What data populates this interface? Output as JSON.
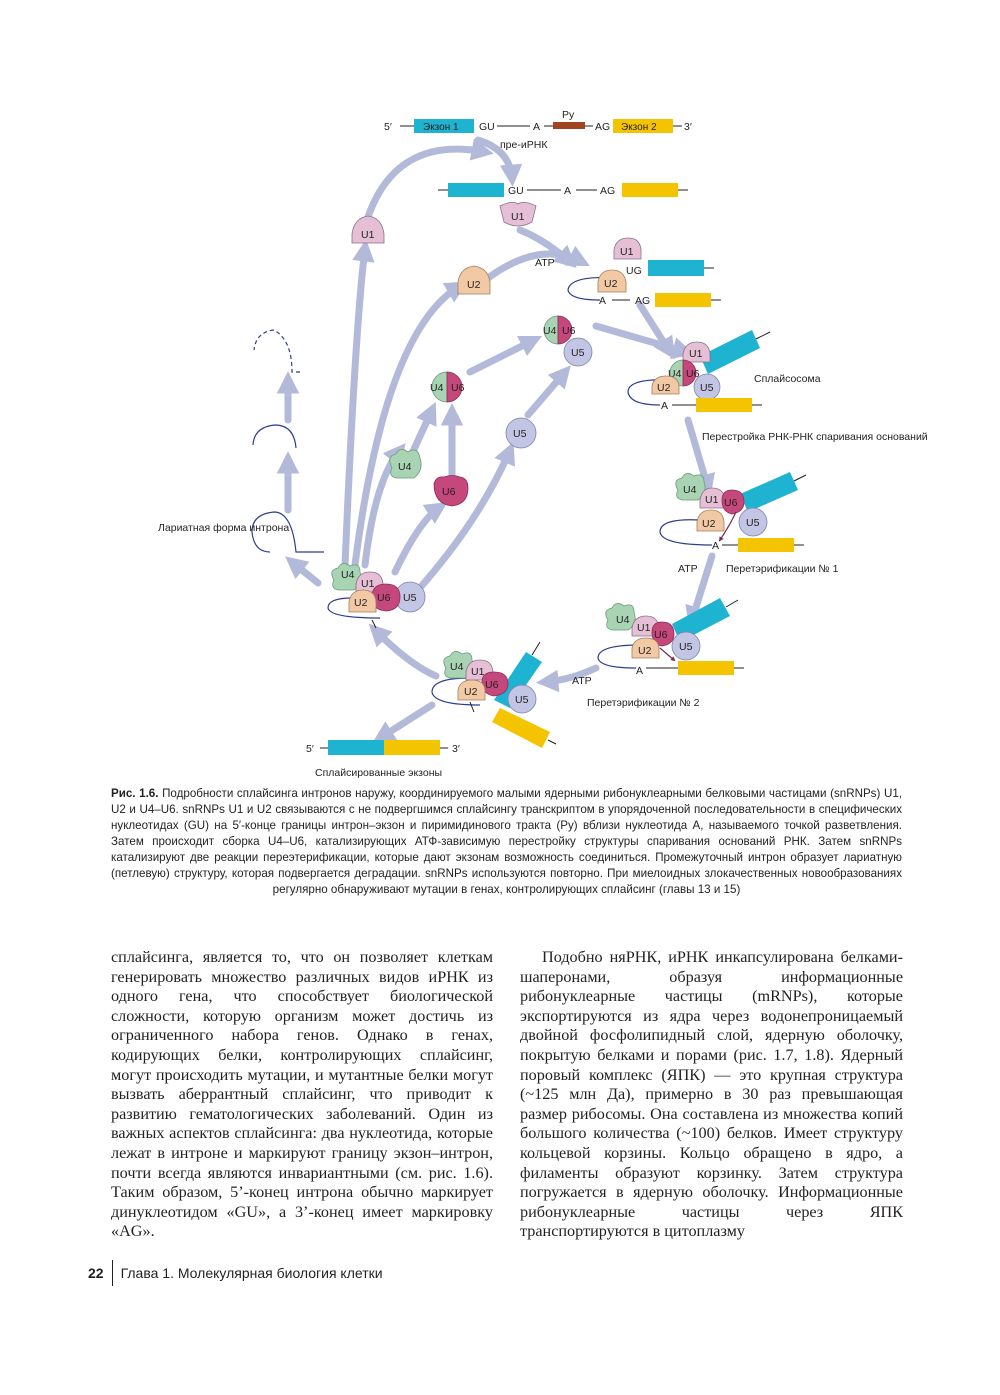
{
  "figure": {
    "pre_mrna": {
      "five": "5′",
      "exon1": "Экзон 1",
      "gu": "GU",
      "a": "A",
      "py": "Py",
      "ag": "AG",
      "exon2": "Экзон 2",
      "three": "3′",
      "label": "пре-иРНК"
    },
    "snrnp": {
      "u1": "U1",
      "u2": "U2",
      "u4": "U4",
      "u5": "U5",
      "u6": "U6"
    },
    "labels": {
      "atp": "ATP",
      "spliceosome": "Сплайсосома",
      "rearrange": "Перестройка РНК-РНК спаривания оснований",
      "trans1": "Перетэрификации № 1",
      "trans2": "Перетэрификации № 2",
      "lariat": "Лариатная форма интрона",
      "ug": "UG",
      "spliced": "Сплайсированные экзоны"
    },
    "colors": {
      "exon1": "#1fb3d2",
      "exon2": "#f5c400",
      "py": "#a0451f",
      "u1": "#e4bfd6",
      "u2": "#f2c9a5",
      "u4": "#a8d4b4",
      "u5": "#c3c5e4",
      "u6": "#c4487c",
      "arrow": "#b3b9d9"
    }
  },
  "caption": {
    "label": "Рис. 1.6.",
    "text": "Подробности сплайсинга интронов наружу, координируемого малыми ядерными рибонуклеарными белковыми частицами (snRNPs) U1, U2 и U4–U6. snRNPs U1 и U2 связываются с не подвергшимся сплайсингу транскриптом в упорядоченной последовательности в специфических нуклеотидах (GU) на 5′-конце границы интрон–экзон и пиримидинового тракта (Py) вблизи нуклеотида A, называемого точкой разветвления. Затем происходит сборка U4–U6, катализирующих АТФ-зависимую перестройку структуры спаривания оснований РНК. Затем snRNPs катализируют две реакции переэтерификации, которые дают экзонам возможность соединиться. Промежуточный интрон образует лариатную (петлевую) структуру, которая подвергается деградации. snRNPs используются повторно. При миелоидных злокачественных новообразованиях регулярно обнаруживают мутации в генах, контролирующих сплайсинг (главы 13 и 15)"
  },
  "body": {
    "left": "сплайсинга, является то, что он позволяет клеткам генерировать множество различных видов иРНК из одного гена, что способствует биологической сложности, которую организм может достичь из ограниченного набора генов. Однако в генах, кодирующих белки, контролирующих сплайсинг, могут происходить мутации, и мутантные белки могут вызвать аберрантный сплайсинг, что приводит к развитию гематологических заболеваний. Один из важных аспектов сплайсинга: два нуклеотида, которые лежат в интроне и маркируют границу экзон–интрон, почти всегда являются инвариантными (см. рис. 1.6). Таким образом, 5’-конец интрона обычно маркирует динуклеотидом «GU», а 3’-конец имеет маркировку «AG».",
    "right": "Подобно няРНК, иРНК инкапсулирована белками-шаперонами, образуя информационные рибонуклеарные частицы (mRNPs), которые экспортируются из ядра через водонепроницаемый двойной фосфолипидный слой, ядерную оболочку, покрытую белками и порами (рис. 1.7, 1.8). Ядерный поровый комплекс (ЯПК) — это крупная структура (~125 млн Да), примерно в 30 раз превышающая размер рибосомы. Она составлена из множества копий большого количества (~100) белков. Имеет структуру кольцевой корзины. Кольцо обращено в ядро, а филаменты образуют корзинку. Затем структура погружается в ядерную оболочку. Информационные рибонуклеарные частицы через ЯПК транспортируются в цитоплазму"
  },
  "footer": {
    "page": "22",
    "chapter": "Глава 1. Молекулярная биология клетки"
  }
}
